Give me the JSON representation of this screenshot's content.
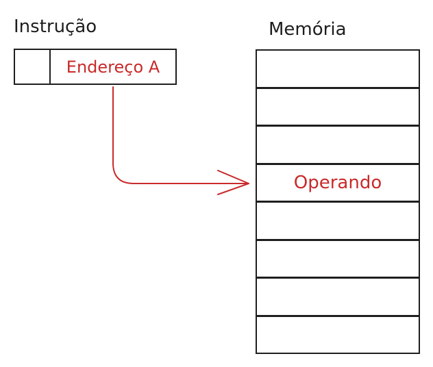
{
  "instruction": {
    "title": "Instrução",
    "address_field": "Endereço A"
  },
  "memory": {
    "title": "Memória",
    "cells": [
      "",
      "",
      "",
      "Operando",
      "",
      "",
      "",
      ""
    ]
  },
  "colors": {
    "stroke": "#1e1e1e",
    "accent": "#c92a2a"
  }
}
